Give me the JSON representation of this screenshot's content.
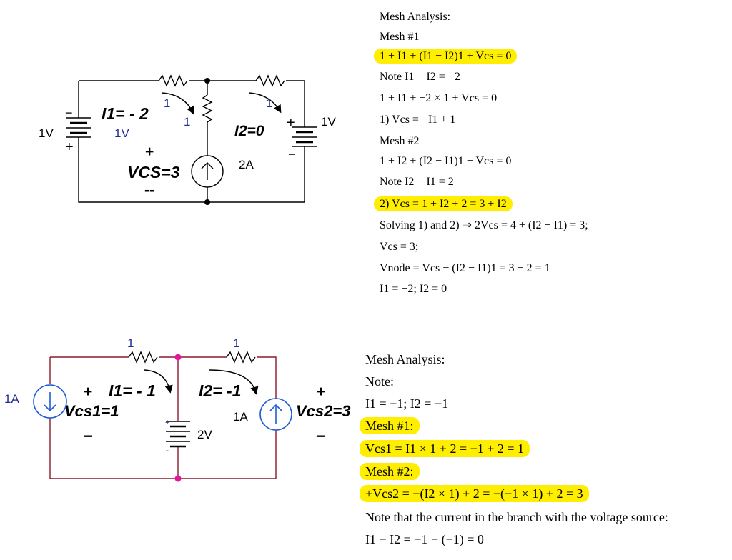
{
  "circuit1": {
    "labels": {
      "r_left": "1",
      "r_mid": "1",
      "v_left": "1V",
      "v_left_blue": "1V",
      "v_right": "1V",
      "i_source": "2A",
      "i1": "I1= - 2",
      "i2": "I2=0",
      "plus": "+",
      "vcs": "VCS=3",
      "minus": "--",
      "src_left_top": "−",
      "src_left_bottom": "+",
      "src_right_top": "+",
      "src_right_bottom": "−"
    }
  },
  "circuit2": {
    "labels": {
      "r_left": "1",
      "r_right": "1",
      "i_left": "1A",
      "i_right": "1A",
      "v_src": "2V",
      "i1": "I1= - 1",
      "i2": "I2= -1",
      "plus1": "+",
      "vcs1": "Vcs1=1",
      "minus1": "−",
      "plus2": "+",
      "vcs2": "Vcs2=3",
      "minus2": "−",
      "bat_plus": "+",
      "bat_minus": "-"
    }
  },
  "analysis1": {
    "lines": [
      "Mesh Analysis:",
      "Mesh #1",
      "1 + I1 + (I1 − I2)1 + Vcs = 0",
      "Note I1 − I2 = −2",
      "1 + I1 + −2 × 1 + Vcs = 0",
      "1) Vcs = −I1 + 1",
      "Mesh #2",
      "1 + I2 + (I2 − I1)1 − Vcs = 0",
      "Note I2 − I1 = 2",
      "2) Vcs = 1 + I2 + 2 = 3 + I2",
      "Solving 1) and 2) ⇒ 2Vcs = 4 + (I2 − I1) = 3;",
      "Vcs = 3;",
      "Vnode = Vcs − (I2 − I1)1 = 3 − 2 = 1",
      "I1 = −2; I2 = 0"
    ]
  },
  "analysis2": {
    "lines": [
      "Mesh Analysis:",
      "Note:",
      "I1 = −1; I2 = −1",
      "Mesh #1:",
      "Vcs1 = I1 × 1 + 2 = −1 + 2 = 1",
      "Mesh #2:",
      "+Vcs2 = −(I2 × 1) + 2 = −(−1 × 1) + 2 = 3",
      "Note that the current in the branch with the voltage source:",
      "I1 − I2 = −1 − (−1) = 0"
    ]
  },
  "colors": {
    "highlight": "#ffee00",
    "wire2": "#8b1a2a",
    "node2": "#e0199a",
    "label_blue": "#1f2f9a",
    "source_blue": "#1e5bd8"
  }
}
